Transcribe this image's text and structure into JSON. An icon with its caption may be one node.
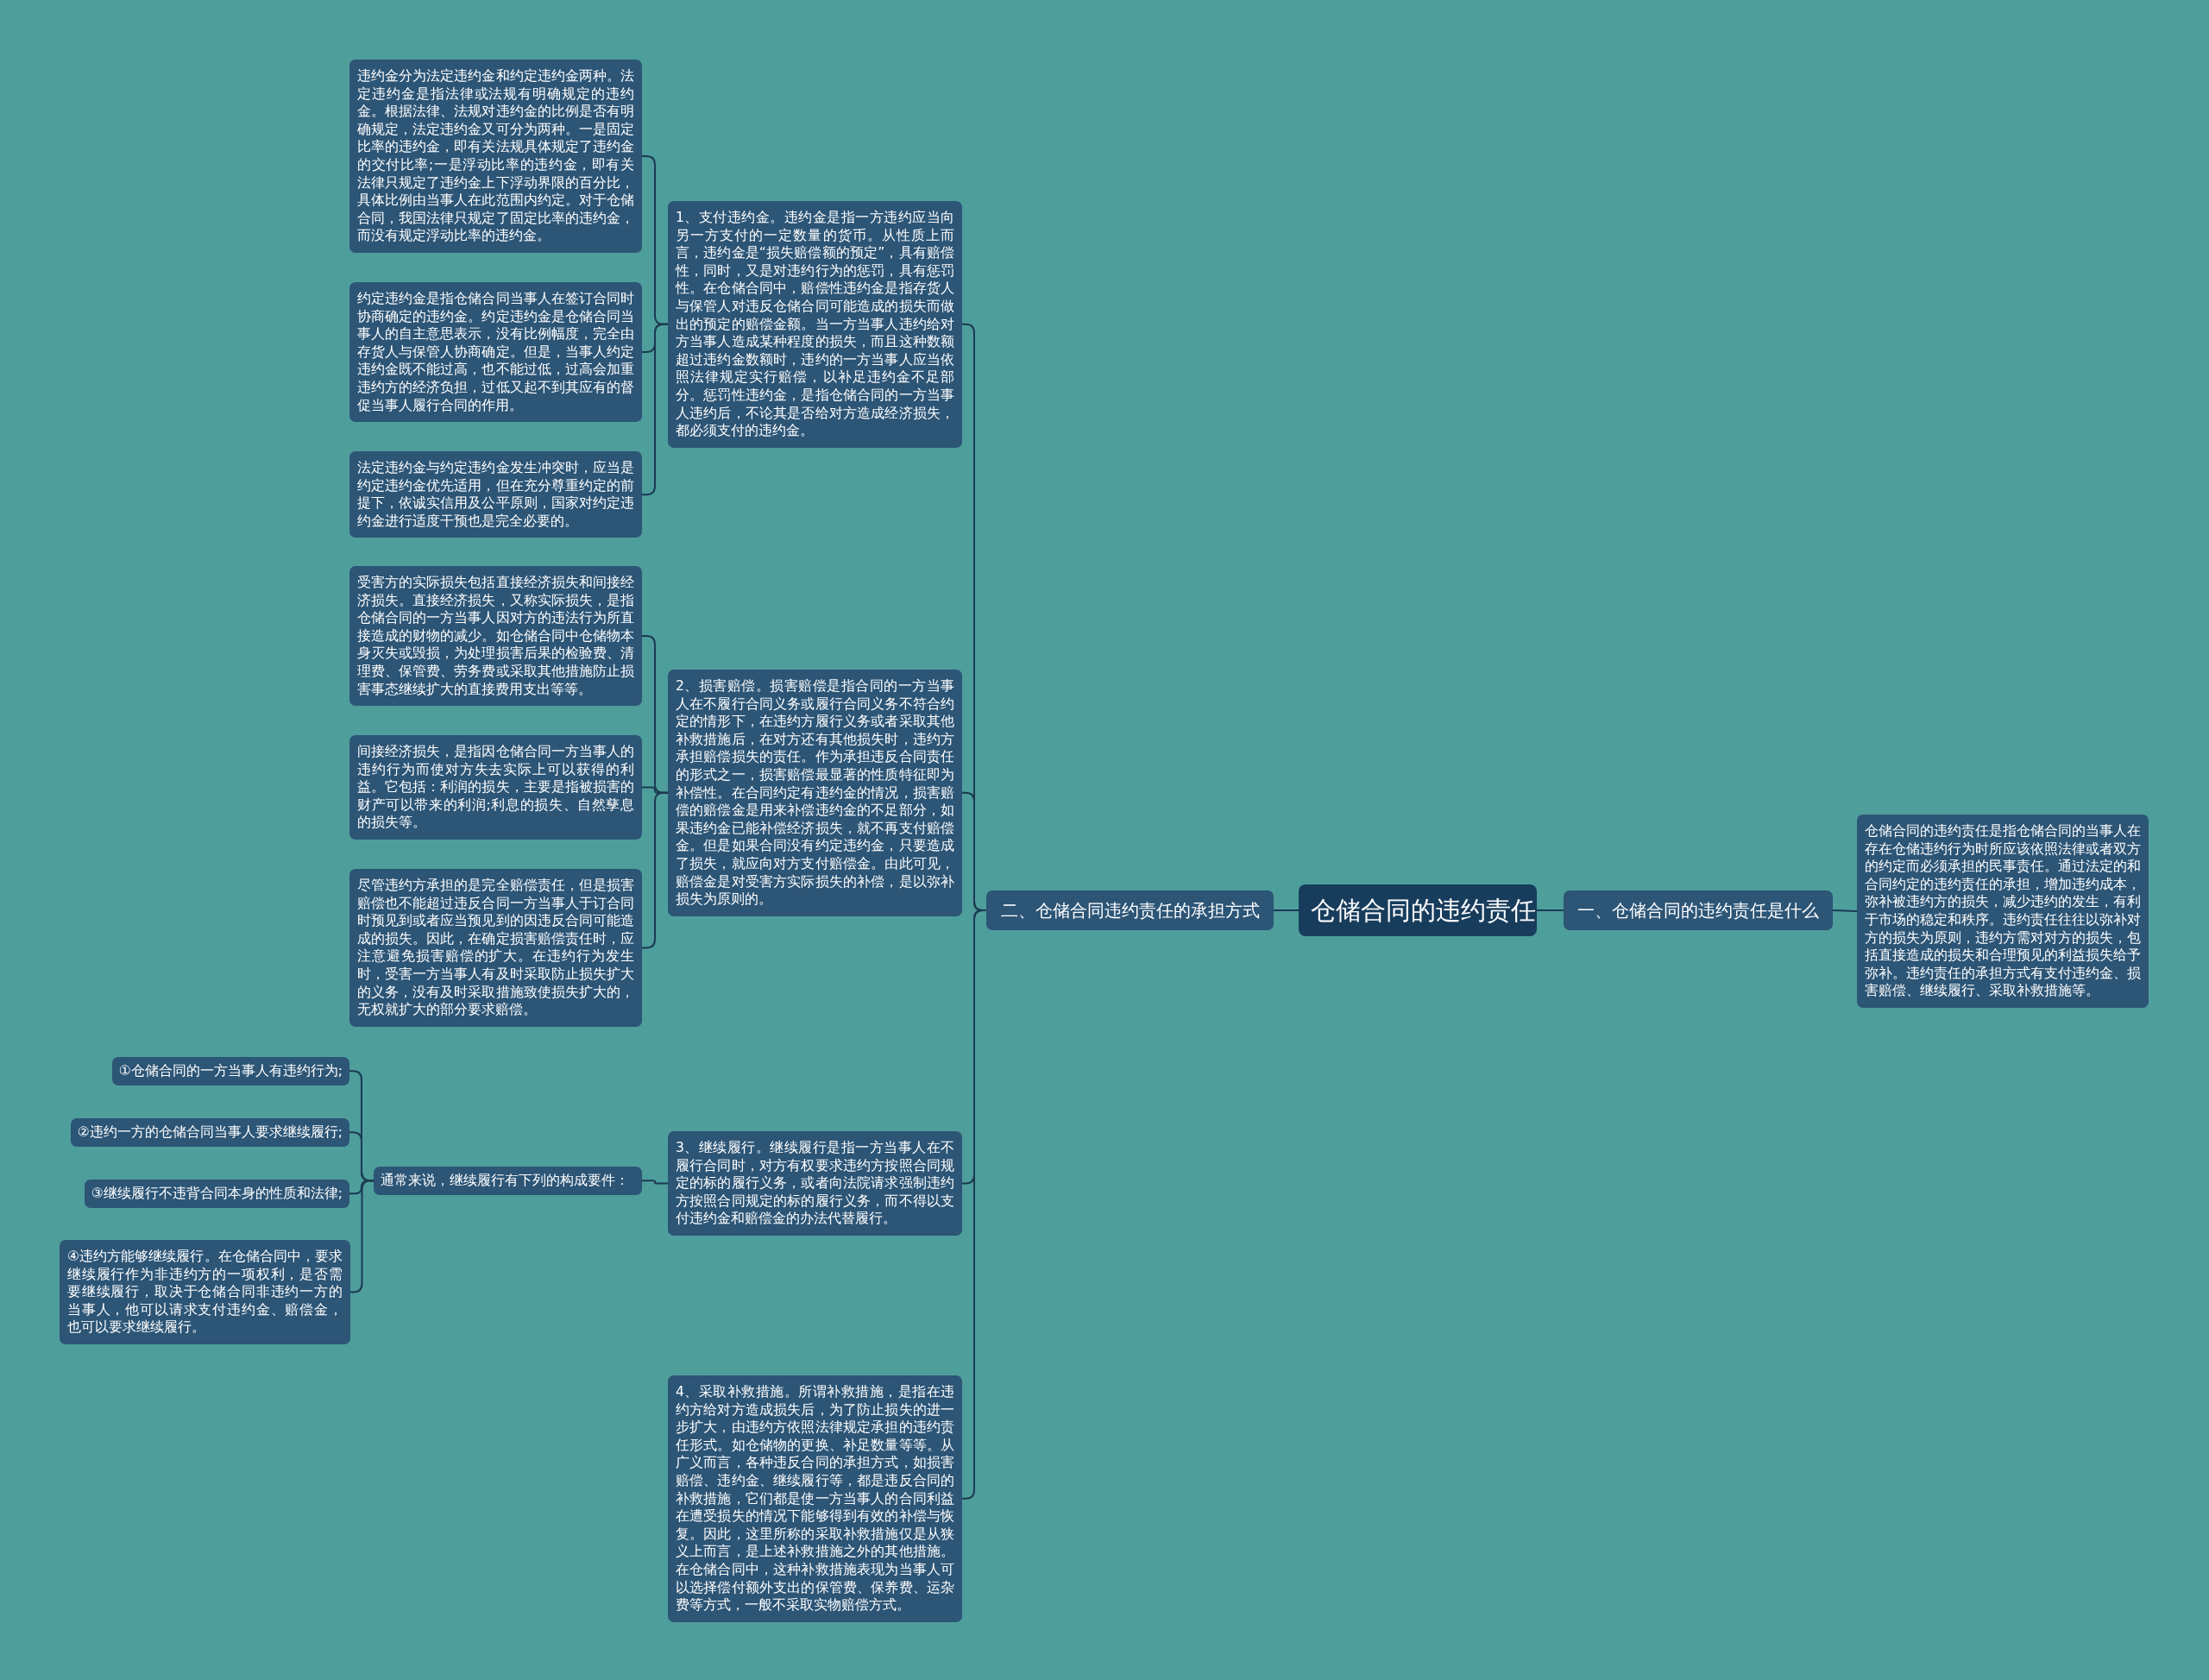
{
  "diagram": {
    "nodes": [
      {
        "text": [
          "仓储合同的违约责任"
        ]
      },
      {
        "text": [
          "一、仓储合同的违约责任是什么"
        ]
      },
      {
        "text": [
          "仓储合同的违约责任是指仓储合同的当事人在存在仓储违约行为时所应该依照法律或者双方的约定而必须承担的民事责任。通过法定的和合同约定的违约责任的承担，增加违约成本，弥补被违约方的损失，减少违约的发生，有利于市场的稳定和秩序。违约责任往往以弥补对方的损失为原则，违约方需对对方的损失，包括直接造成的损失和合理预见的利益损失给予弥补。违约责任的承担方式有支付违约金、损害赔偿、继续履行、采取补救措施等。"
        ]
      },
      {
        "text": [
          "二、仓储合同违约责任的承担方式"
        ]
      },
      {
        "text": [
          "1、支付违约金。违约金是指一方违约应当向另一方支付的一定数量的货币。从性质上而言，违约金是“损失赔偿额的预定”，具有赔偿性，同时，又是对违约行为的惩罚，具有惩罚性。在仓储合同中，赔偿性违约金是指存货人与保管人对违反仓储合同可能造成的损失而做出的预定的赔偿金额。当一方当事人违约给对方当事人造成某种程度的损失，而且这种数额超过违约金数额时，违约的一方当事人应当依照法律规定实行赔偿，以补足违约金不足部分。惩罚性违约金，是指仓储合同的一方当事人违约后，不论其是否给对方造成经济损失，都必须支付的违约金。"
        ]
      },
      {
        "text": [
          "违约金分为法定违约金和约定违约金两种。法定违约金是指法律或法规有明确规定的违约金。根据法律、法规对违约金的比例是否有明确规定，法定违约金又可分为两种。一是固定比率的违约金，即有关法规具体规定了违约金的交付比率;一是浮动比率的违约金，即有关法律只规定了违约金上下浮动界限的百分比，具体比例由当事人在此范围内约定。对于仓储合同，我国法律只规定了固定比率的违约金，而没有规定浮动比率的违约金。"
        ]
      },
      {
        "text": [
          "约定违约金是指仓储合同当事人在签订合同时协商确定的违约金。约定违约金是仓储合同当事人的自主意思表示，没有比例幅度，完全由存货人与保管人协商确定。但是，当事人约定违约金既不能过高，也不能过低，过高会加重违约方的经济负担，过低又起不到其应有的督促当事人履行合同的作用。"
        ]
      },
      {
        "text": [
          "法定违约金与约定违约金发生冲突时，应当是约定违约金优先适用，但在充分尊重约定的前提下，依诚实信用及公平原则，国家对约定违约金进行适度干预也是完全必要的。"
        ]
      },
      {
        "text": [
          "2、损害赔偿。损害赔偿是指合同的一方当事人在不履行合同义务或履行合同义务不符合约定的情形下，在违约方履行义务或者采取其他补救措施后，在对方还有其他损失时，违约方承担赔偿损失的责任。作为承担违反合同责任的形式之一，损害赔偿最显著的性质特征即为补偿性。在合同约定有违约金的情况，损害赔偿的赔偿金是用来补偿违约金的不足部分，如果违约金已能补偿经济损失，就不再支付赔偿金。但是如果合同没有约定违约金，只要造成了损失，就应向对方支付赔偿金。由此可见，赔偿金是对受害方实际损失的补偿，是以弥补损失为原则的。"
        ]
      },
      {
        "text": [
          "受害方的实际损失包括直接经济损失和间接经济损失。直接经济损失，又称实际损失，是指仓储合同的一方当事人因对方的违法行为所直接造成的财物的减少。如仓储合同中仓储物本身灭失或毁损，为处理损害后果的检验费、清理费、保管费、劳务费或采取其他措施防止损害事态继续扩大的直接费用支出等等。"
        ]
      },
      {
        "text": [
          "间接经济损失，是指因仓储合同一方当事人的违约行为而使对方失去实际上可以获得的利益。它包括：利润的损失，主要是指被损害的财产可以带来的利润;利息的损失、自然孳息的损失等。"
        ]
      },
      {
        "text": [
          "尽管违约方承担的是完全赔偿责任，但是损害赔偿也不能超过违反合同一方当事人于订合同时预见到或者应当预见到的因违反合同可能造成的损失。因此，在确定损害赔偿责任时，应注意避免损害赔偿的扩大。在违约行为发生时，受害一方当事人有及时采取防止损失扩大的义务，没有及时采取措施致使损失扩大的，无权就扩大的部分要求赔偿。"
        ]
      },
      {
        "text": [
          "3、继续履行。继续履行是指一方当事人在不履行合同时，对方有权要求违约方按照合同规定的标的履行义务，或者向法院请求强制违约方按照合同规定的标的履行义务，而不得以支付违约金和赔偿金的办法代替履行。"
        ]
      },
      {
        "text": [
          "通常来说，继续履行有下列的构成要件："
        ]
      },
      {
        "text": [
          "①仓储合同的一方当事人有违约行为;"
        ]
      },
      {
        "text": [
          "②违约一方的仓储合同当事人要求继续履行;"
        ]
      },
      {
        "text": [
          "③继续履行不违背合同本身的性质和法律;"
        ]
      },
      {
        "text": [
          "④违约方能够继续履行。在仓储合同中，要求继续履行作为非违约方的一项权利，是否需要继续履行，取决于仓储合同非违约一方的当事人，他可以请求支付违约金、赔偿金，也可以要求继续履行。"
        ]
      },
      {
        "text": [
          "4、采取补救措施。所谓补救措施，是指在违约方给对方造成损失后，为了防止损失的进一步扩大，由违约方依照法律规定承担的违约责任形式。如仓储物的更换、补足数量等等。从广义而言，各种违反合同的承担方式，如损害赔偿、违约金、继续履行等，都是违反合同的补救措施，它们都是使一方当事人的合同利益在遭受损失的情况下能够得到有效的补偿与恢复。因此，这里所称的采取补救措施仅是从狭义上而言，是上述补救措施之外的其他措施。在仓储合同中，这种补救措施表现为当事人可以选择偿付额外支出的保管费、保养费、运杂费等方式，一般不采取实物赔偿方式。"
        ]
      }
    ],
    "edges": [
      {
        "from": 0,
        "to": 1,
        "arrow": "none"
      },
      {
        "from": 1,
        "to": 2,
        "arrow": "none"
      },
      {
        "from": 0,
        "to": 3,
        "arrow": "none"
      },
      {
        "from": 3,
        "to": 4,
        "arrow": "none"
      },
      {
        "from": 3,
        "to": 8,
        "arrow": "none"
      },
      {
        "from": 3,
        "to": 12,
        "arrow": "none"
      },
      {
        "from": 3,
        "to": 18,
        "arrow": "none"
      },
      {
        "from": 4,
        "to": 5,
        "arrow": "none"
      },
      {
        "from": 4,
        "to": 6,
        "arrow": "none"
      },
      {
        "from": 4,
        "to": 7,
        "arrow": "none"
      },
      {
        "from": 8,
        "to": 9,
        "arrow": "none"
      },
      {
        "from": 8,
        "to": 10,
        "arrow": "none"
      },
      {
        "from": 8,
        "to": 11,
        "arrow": "none"
      },
      {
        "from": 12,
        "to": 13,
        "arrow": "none"
      },
      {
        "from": 13,
        "to": 14,
        "arrow": "none"
      },
      {
        "from": 13,
        "to": 15,
        "arrow": "none"
      },
      {
        "from": 13,
        "to": 16,
        "arrow": "none"
      },
      {
        "from": 13,
        "to": 17,
        "arrow": "none"
      }
    ]
  }
}
